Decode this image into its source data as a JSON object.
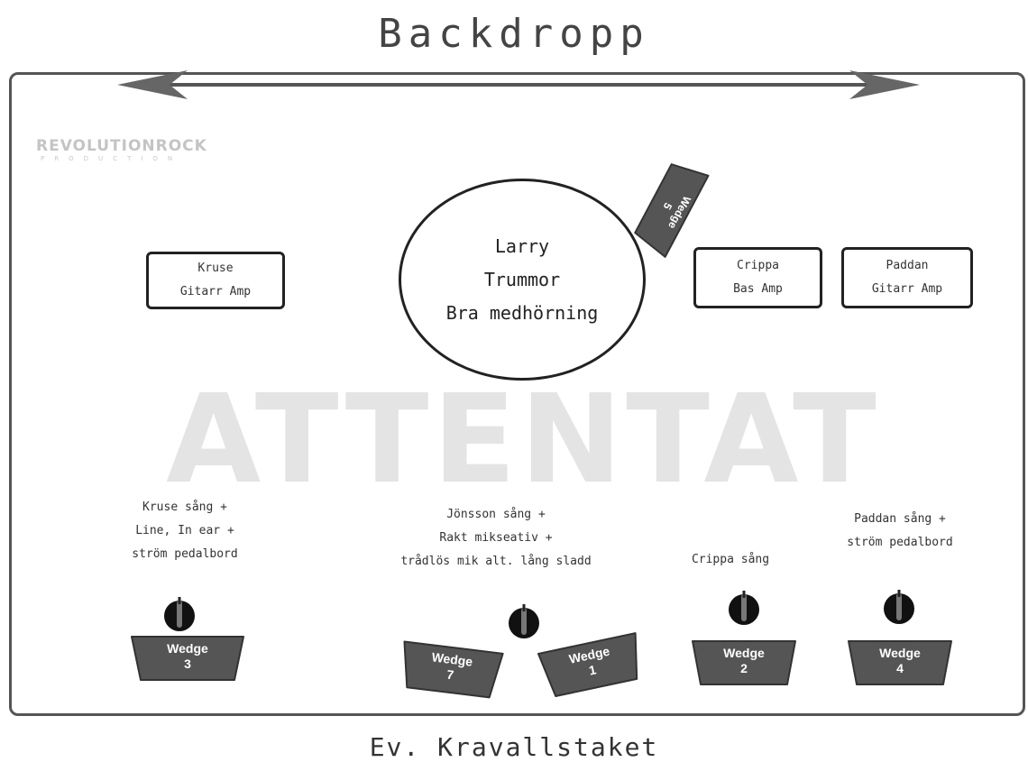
{
  "title": "Backdropp",
  "footer": "Ev. Kravallstaket",
  "watermarks": {
    "brand": "REVOLUTIONROCK",
    "brand_sub": "PRODUCTION",
    "band": "ATTENTAT"
  },
  "amps": {
    "kruse": {
      "name": "Kruse",
      "type": "Gitarr Amp"
    },
    "crippa": {
      "name": "Crippa",
      "type": "Bas Amp"
    },
    "paddan": {
      "name": "Paddan",
      "type": "Gitarr Amp"
    }
  },
  "drums": {
    "name": "Larry",
    "instrument": "Trummor",
    "note": "Bra medhörning"
  },
  "vocal_notes": {
    "kruse": [
      "Kruse sång +",
      "Line, In ear +",
      "ström pedalbord"
    ],
    "jonsson": [
      "Jönsson sång +",
      "Rakt mikseativ +",
      "trådlös mik alt. lång sladd"
    ],
    "crippa": [
      "Crippa sång"
    ],
    "paddan": [
      "Paddan sång +",
      "ström pedalbord"
    ]
  },
  "wedges": {
    "w5": {
      "label": "Wedge",
      "number": "5"
    },
    "w3": {
      "label": "Wedge",
      "number": "3"
    },
    "w7": {
      "label": "Wedge",
      "number": "7"
    },
    "w1": {
      "label": "Wedge",
      "number": "1"
    },
    "w2": {
      "label": "Wedge",
      "number": "2"
    },
    "w4": {
      "label": "Wedge",
      "number": "4"
    }
  },
  "colors": {
    "wedge_fill": "#555555",
    "outline": "#222222",
    "watermark": "#e4e4e4"
  }
}
